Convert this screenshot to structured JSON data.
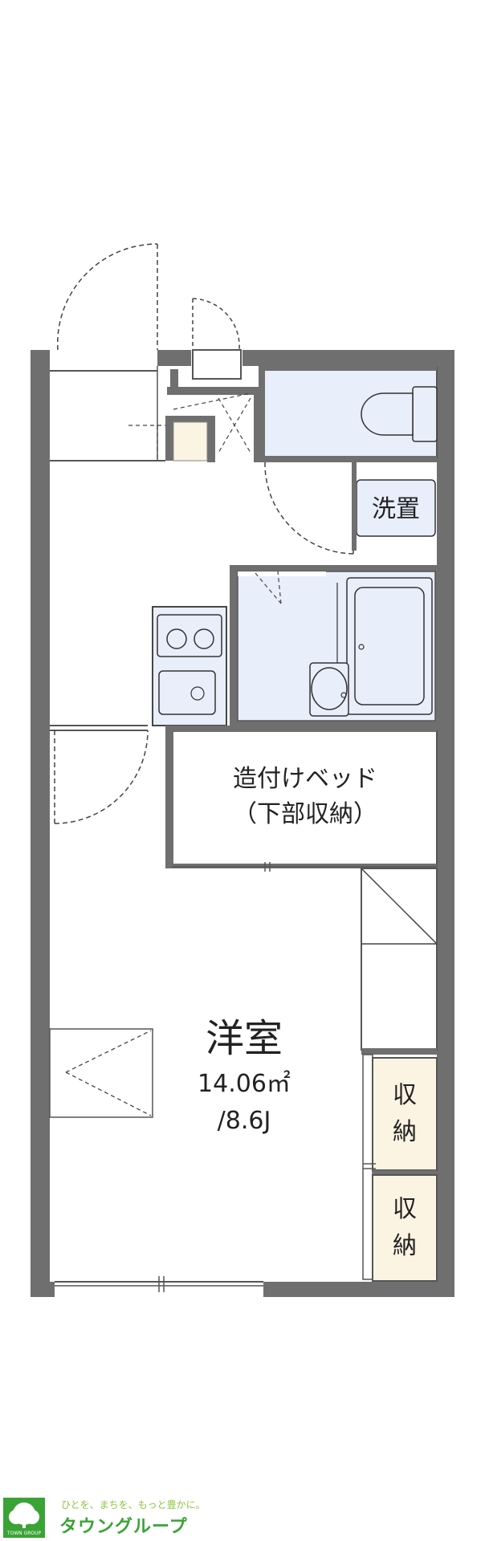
{
  "rooms": {
    "toilet": {
      "label": ""
    },
    "washer": {
      "label": "洗置"
    },
    "bed": {
      "line1": "造付けベッド",
      "line2": "（下部収納）"
    },
    "main": {
      "name": "洋室",
      "area": "14.06㎡",
      "size": "/8.6J"
    },
    "storage1": {
      "line1": "収",
      "line2": "納"
    },
    "storage2": {
      "line1": "収",
      "line2": "納"
    }
  },
  "logo": {
    "tagline": "ひとを、まちを、もっと豊かに。",
    "brand": "タウングループ",
    "small": "TOWN GROUP"
  },
  "colors": {
    "wall": "#6f6f70",
    "fixture_fill": "#e8eefa",
    "storage_fill": "#fcf4e2",
    "brand_green": "#3aa335"
  }
}
